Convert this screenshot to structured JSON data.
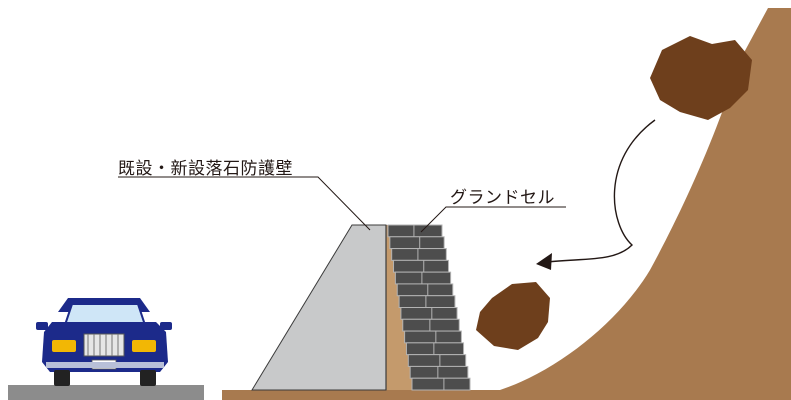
{
  "labels": {
    "existing_new_wall": "既設・新設落石防護壁",
    "grand_cell": "グランドセル"
  },
  "colors": {
    "slope": "#a87a4f",
    "rock": "#6e3f1c",
    "wall": "#c8c9ca",
    "wall_outline": "#3b3b3b",
    "fill_soil": "#c49a6c",
    "block": "#4d4d4d",
    "block_line": "#b3b3b3",
    "road": "#8c8c8c",
    "car_body": "#1c2a8a",
    "car_window": "#cfe6f7",
    "ink": "#231815"
  },
  "icons": {
    "rockfall_arrow": "curved-arrow",
    "vehicle": "car-icon"
  }
}
